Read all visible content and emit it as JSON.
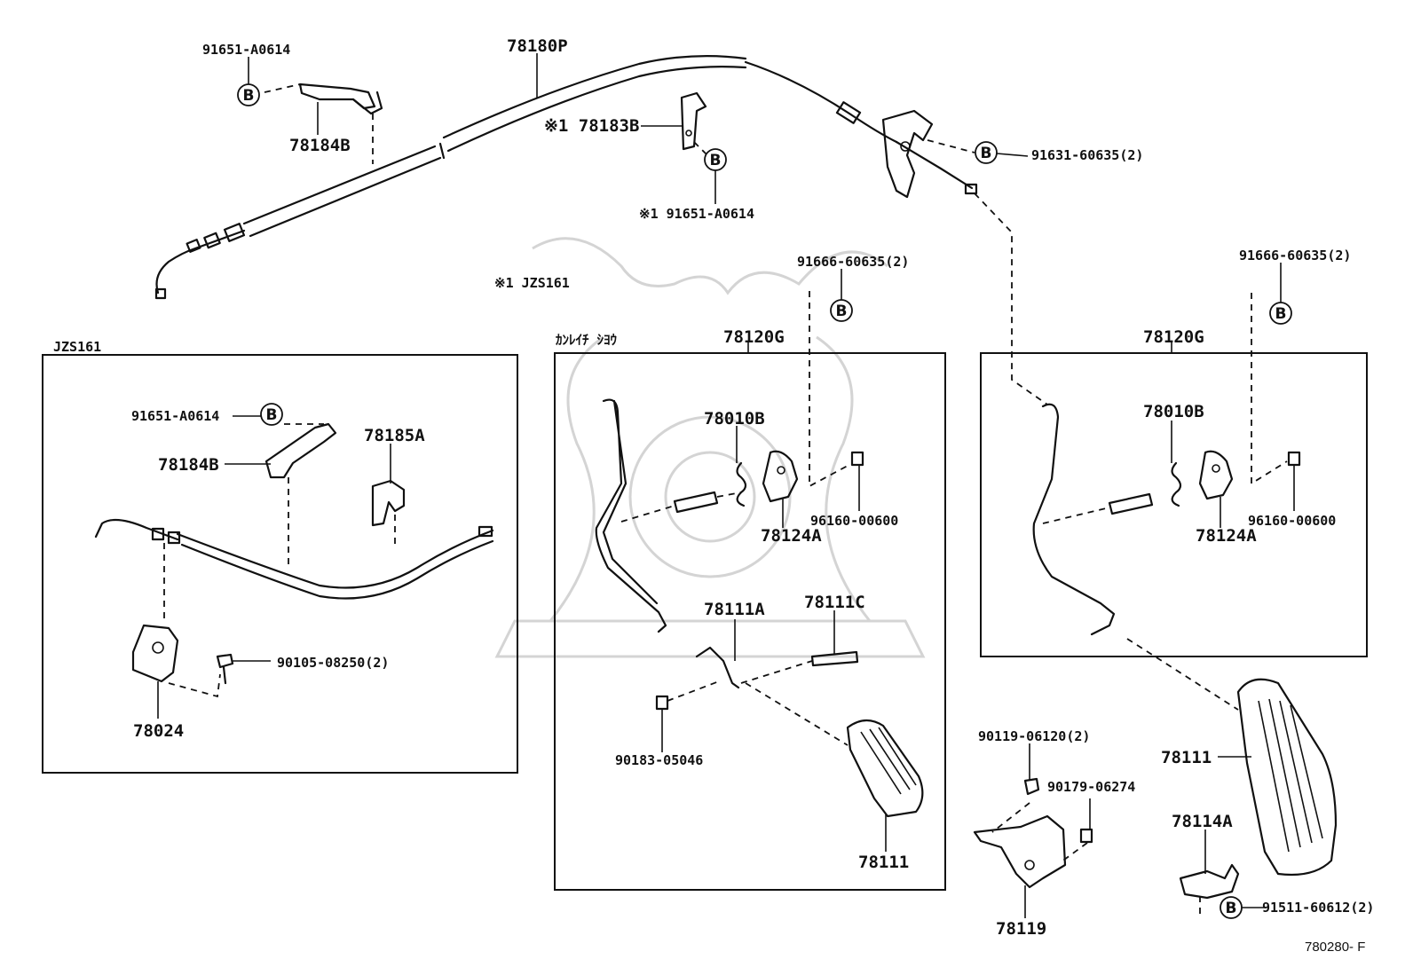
{
  "callouts": {
    "p_91651_top": "91651-A0614",
    "p_78184B_top": "78184B",
    "p_78180P": "78180P",
    "p_78183B": "※1 78183B",
    "p_91651_mid": "※1 91651-A0614",
    "p_91631": "91631-60635(2)",
    "p_91666_mid": "91666-60635(2)",
    "p_91666_right": "91666-60635(2)",
    "note_jzs161": "※1   JZS161",
    "p_91651_left": "91651-A0614",
    "p_78184B_left": "78184B",
    "p_78185A": "78185A",
    "p_90105": "90105-08250(2)",
    "p_78024": "78024",
    "p_78120G_mid": "78120G",
    "p_78010B_mid": "78010B",
    "p_96160_mid": "96160-00600",
    "p_78124A_mid": "78124A",
    "p_78111A": "78111A",
    "p_78111C": "78111C",
    "p_90183": "90183-05046",
    "p_78111_mid": "78111",
    "p_78120G_right": "78120G",
    "p_78010B_right": "78010B",
    "p_96160_right": "96160-00600",
    "p_78124A_right": "78124A",
    "p_90119": "90119-06120(2)",
    "p_90179": "90179-06274",
    "p_78119": "78119",
    "p_78111_right": "78111",
    "p_78114A": "78114A",
    "p_91511": "91511-60612(2)"
  },
  "boxes": {
    "left_title": "JZS161",
    "mid_title": "ｶﾝﾚｲﾁ ｼﾖｳ"
  },
  "symbols": {
    "bolt_marker": "B"
  },
  "figure_code": "780280- F"
}
